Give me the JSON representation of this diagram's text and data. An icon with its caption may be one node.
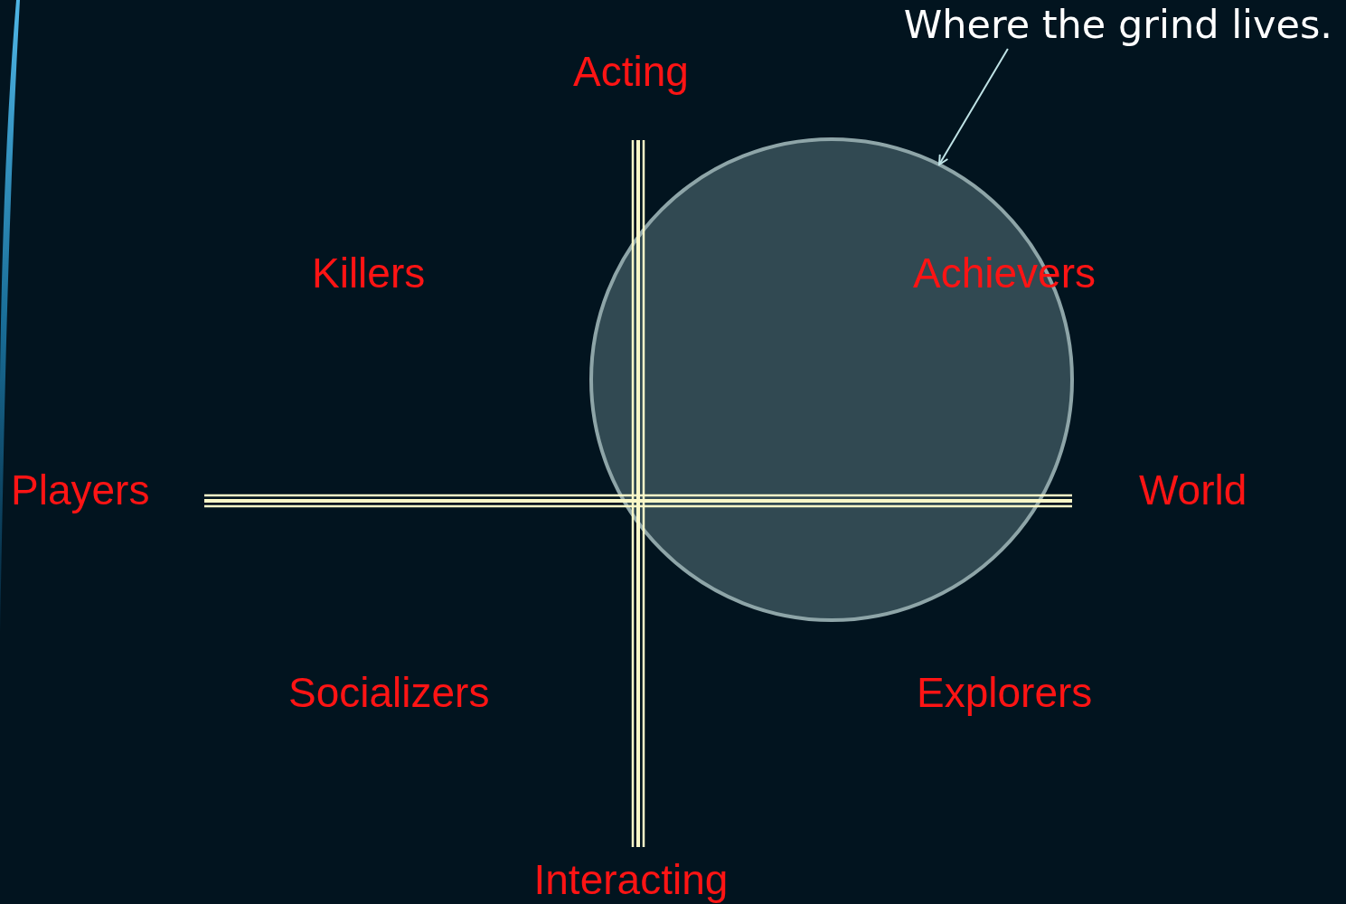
{
  "diagram": {
    "nodes": [
      {
        "text": [
          "Where the grind lives."
        ]
      },
      {
        "text": [],
        "shape": "circle"
      }
    ],
    "edges": [
      {
        "from": 0,
        "to": 1,
        "arrow": "to"
      }
    ],
    "labels": [
      "Acting",
      "Killers",
      "Achievers",
      "Players",
      "World",
      "Socializers",
      "Explorers",
      "Interacting"
    ]
  }
}
